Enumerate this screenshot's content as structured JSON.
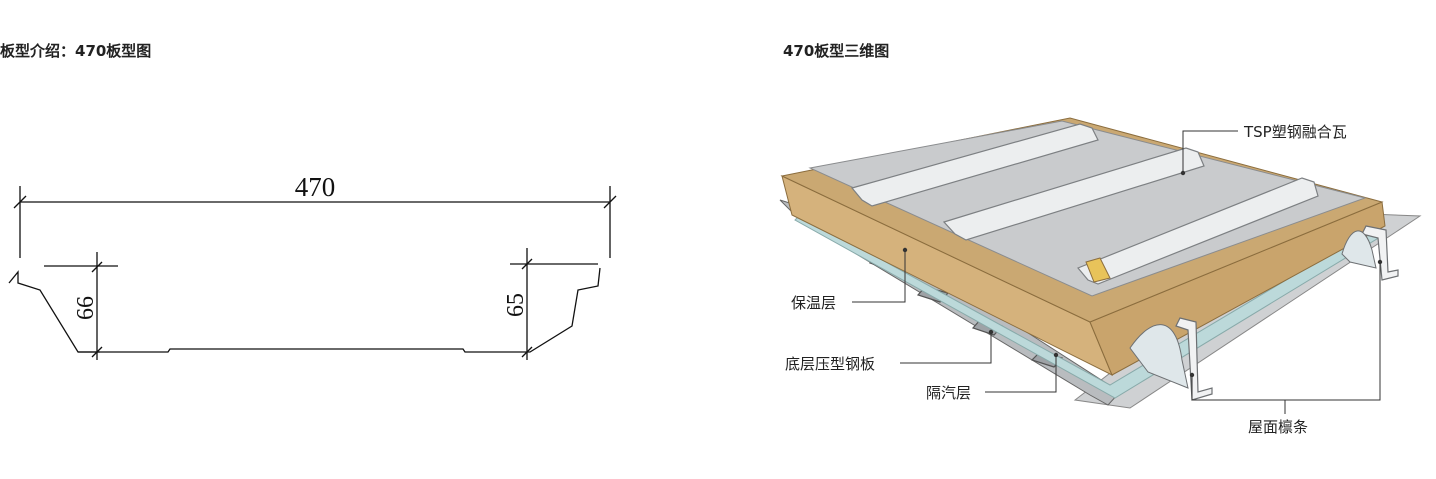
{
  "left_panel": {
    "heading": "板型介绍：470板型图",
    "dimensions": {
      "width": "470",
      "left_height": "66",
      "right_height": "65"
    }
  },
  "right_panel": {
    "heading": "470板型三维图",
    "callouts": {
      "tsp_tile": "TSP塑钢融合瓦",
      "insulation": "保温层",
      "bottom_deck": "底层压型钢板",
      "vapor_barrier": "隔汽层",
      "purlin": "屋面檩条"
    }
  }
}
